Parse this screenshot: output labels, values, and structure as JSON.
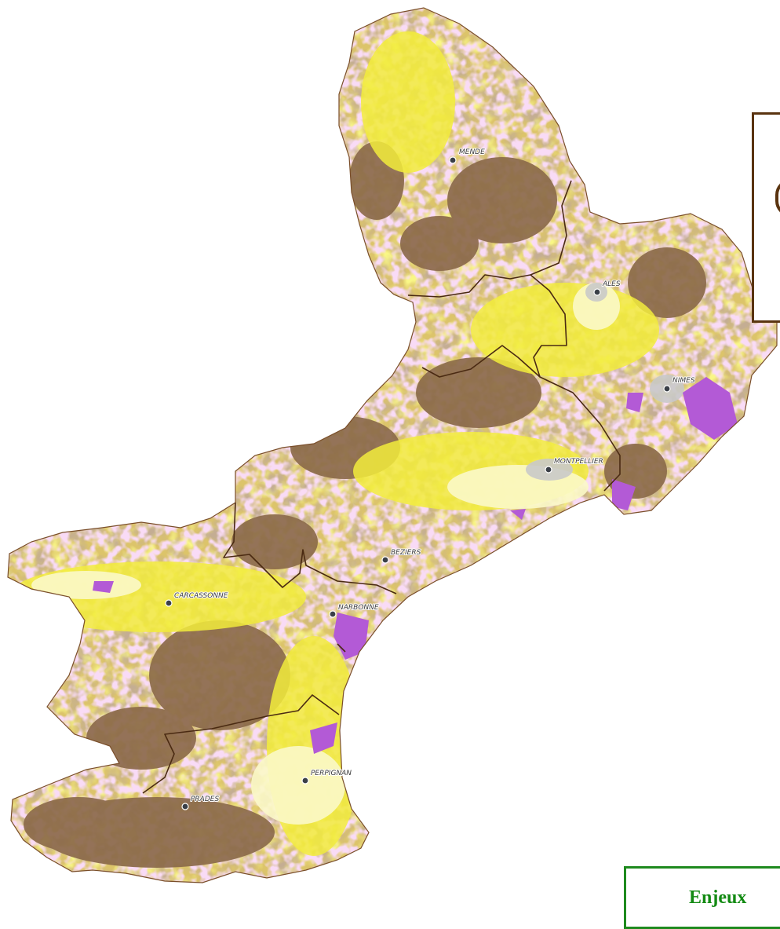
{
  "map": {
    "colors": {
      "dark_brown": "#8b6a4a",
      "tan": "#c9a85f",
      "khaki": "#dcc46a",
      "yellow": "#f2ec3c",
      "pale_yellow": "#fbf8c8",
      "pink": "#f3b6ea",
      "purple": "#b35ad6",
      "grey": "#c9c9c9",
      "boundary": "#4a2a12"
    },
    "cities": [
      {
        "name": "MENDE"
      },
      {
        "name": "ALES"
      },
      {
        "name": "NIMES"
      },
      {
        "name": "MONTPELLIER"
      },
      {
        "name": "BEZIERS"
      },
      {
        "name": "CARCASSONNE"
      },
      {
        "name": "NARBONNE"
      },
      {
        "name": "PERPIGNAN"
      },
      {
        "name": "PRADES"
      }
    ]
  },
  "legend": {
    "bottom_title": "Enjeux"
  }
}
